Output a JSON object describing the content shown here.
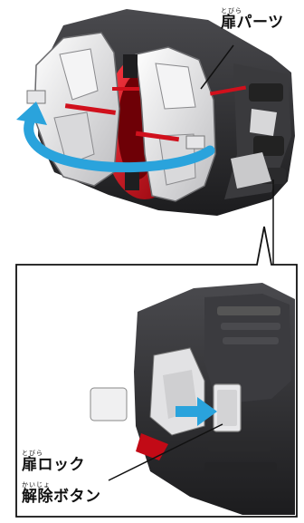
{
  "labels": {
    "door_parts": {
      "ruby": "とびら",
      "text": "扉パーツ"
    },
    "door_lock": {
      "ruby": "とびら",
      "text": "扉ロック"
    },
    "release_button": {
      "ruby": "かいじょ",
      "text": "解除ボタン"
    }
  },
  "colors": {
    "body_dark": "#2a2a2c",
    "armor_white": "#e9e9ea",
    "accent_red": "#d0101c",
    "arrow_blue": "#2aa3dc",
    "frame_line": "#111111"
  },
  "icons": {
    "rotation_arrow": "curved-arrow-icon",
    "push_arrow": "arrow-right-icon"
  }
}
